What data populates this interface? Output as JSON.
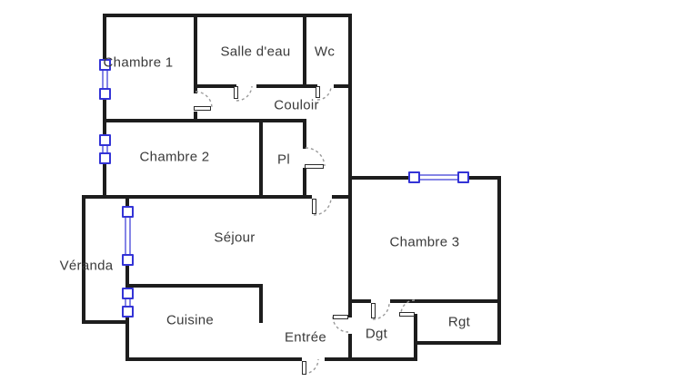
{
  "plan": {
    "type": "apartment-floor-plan",
    "rooms": {
      "chambre1": "Chambre 1",
      "salle_deau": "Salle d'eau",
      "wc": "Wc",
      "couloir": "Couloir",
      "chambre2": "Chambre 2",
      "pl": "Pl",
      "sejour": "Séjour",
      "veranda": "Véranda",
      "cuisine": "Cuisine",
      "chambre3": "Chambre 3",
      "entree": "Entrée",
      "dgt": "Dgt",
      "rgt": "Rgt"
    },
    "colors": {
      "wall": "#1d1d1d",
      "window_frame": "#3434d6",
      "window_glazing": "#8585e6",
      "door_arc": "#9a9a9a",
      "label_text": "#3a3a3a",
      "background": "#ffffff"
    },
    "windows": [
      "chambre1-left-wall",
      "chambre2-left-wall",
      "veranda-sejour-wall-upper",
      "veranda-cuisine-wall-lower",
      "chambre3-top-wall"
    ],
    "doors": [
      "chambre1-to-couloir",
      "salle-deau-to-couloir",
      "wc-to-couloir",
      "pl-to-couloir",
      "sejour-to-couloir",
      "chambre3-to-dgt",
      "rgt-to-dgt",
      "entree-to-dgt",
      "entree-front-door"
    ]
  }
}
